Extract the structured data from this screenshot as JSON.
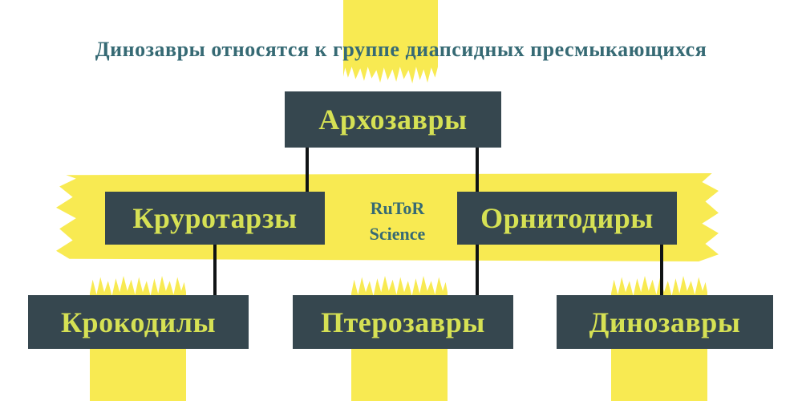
{
  "title": "Динозавры относятся к группе диапсидных пресмыкающихся",
  "watermark": {
    "line1": "RuToR",
    "line2": "Science"
  },
  "nodes": {
    "root": "Архозавры",
    "left": "Круротарзы",
    "right": "Орнитодиры",
    "bottom_left": "Крокодилы",
    "bottom_middle": "Птерозавры",
    "bottom_right": "Динозавры"
  },
  "diagram": {
    "type": "tree",
    "edges": [
      [
        "Архозавры",
        "Круротарзы"
      ],
      [
        "Архозавры",
        "Орнитодиры"
      ],
      [
        "Круротарзы",
        "Крокодилы"
      ],
      [
        "Орнитодиры",
        "Птерозавры"
      ],
      [
        "Орнитодиры",
        "Динозавры"
      ]
    ]
  },
  "colors": {
    "highlight_yellow": "#F8EA52",
    "node_background": "#36474F",
    "node_text": "#D6E154",
    "title_text": "#366A74",
    "connector": "#101314",
    "page_background": "#FFFFFF"
  }
}
